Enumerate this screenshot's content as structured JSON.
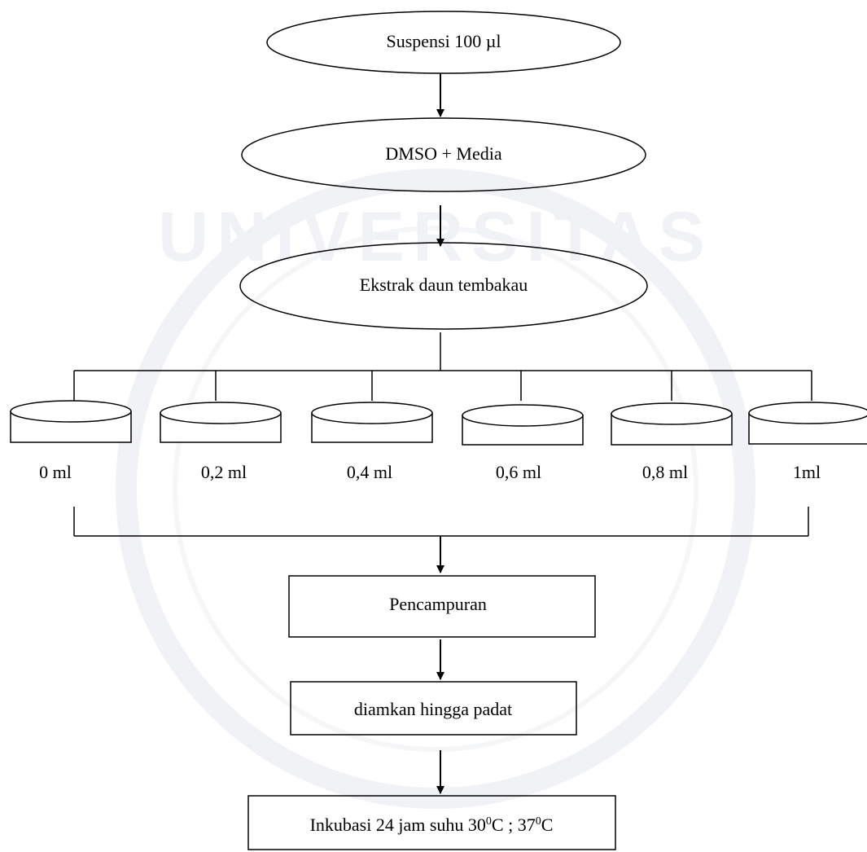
{
  "colors": {
    "line": "#000000",
    "watermark": "#e6e8ee",
    "background": "#ffffff"
  },
  "nodes": {
    "suspensi": "Suspensi 100 µl",
    "dmso": "DMSO + Media",
    "ekstrak": "Ekstrak daun tembakau",
    "pencampuran": "Pencampuran",
    "diamkan": "diamkan hingga padat",
    "inkubasi": {
      "prefix": "Inkubasi 24 jam suhu 30",
      "sup1": "0",
      "mid": "C ; 37",
      "sup2": "0",
      "suffix": "C"
    }
  },
  "dishes": [
    {
      "label": "0 ml"
    },
    {
      "label": "0,2 ml"
    },
    {
      "label": "0,4 ml"
    },
    {
      "label": "0,6 ml"
    },
    {
      "label": "0,8 ml"
    },
    {
      "label": "1ml"
    }
  ],
  "watermark": {
    "text": "UNIVERSITAS"
  }
}
